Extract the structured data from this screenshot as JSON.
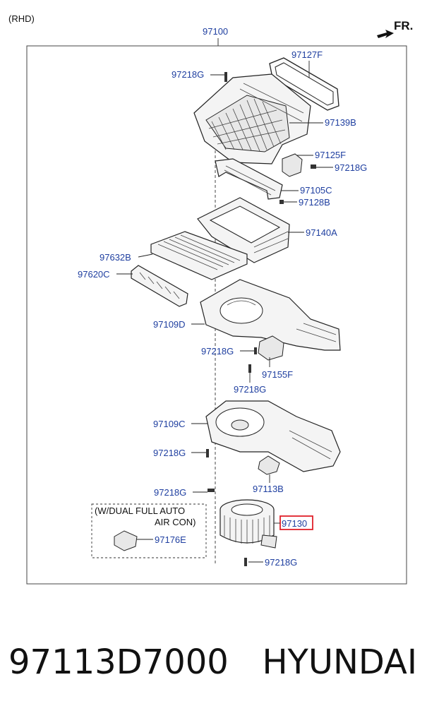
{
  "header": {
    "variant": "(RHD)",
    "direction": "FR.",
    "assembly": "97100"
  },
  "labels": {
    "l97127F": "97127F",
    "l97218G_a": "97218G",
    "l97139B": "97139B",
    "l97125F": "97125F",
    "l97218G_b": "97218G",
    "l97105C": "97105C",
    "l97128B": "97128B",
    "l97140A": "97140A",
    "l97632B": "97632B",
    "l97620C": "97620C",
    "l97109D": "97109D",
    "l97218G_c": "97218G",
    "l97155F": "97155F",
    "l97218G_d": "97218G",
    "l97109C": "97109C",
    "l97218G_e": "97218G",
    "l97218G_f": "97218G",
    "l97113B": "97113B",
    "l97130": "97130",
    "l97176E": "97176E",
    "l97218G_g": "97218G"
  },
  "option_box": {
    "line1": "(W/DUAL FULL AUTO",
    "line2": "AIR CON)"
  },
  "highlight_color": "#e0202a",
  "footer": {
    "part_number": "97113D7000",
    "brand": "HYUNDAI"
  }
}
